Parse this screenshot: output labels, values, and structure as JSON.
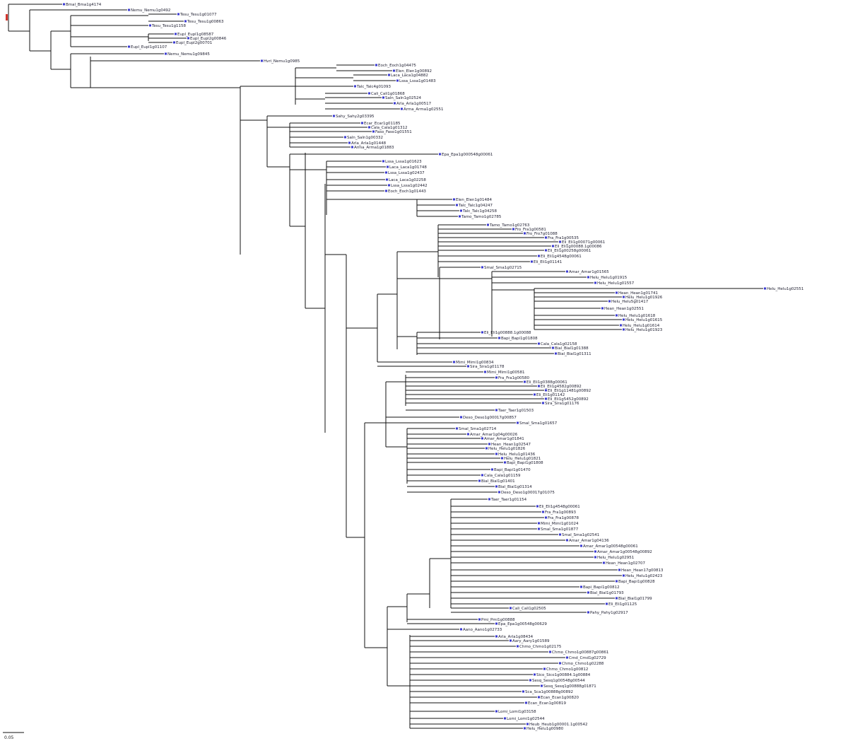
{
  "tree": {
    "root_marker_color": "#d2342c",
    "tip_marker_color": "#3a3ad0",
    "scale_bar_label": "0.05",
    "labels": [
      "Bmal_Bma1g4174",
      "Nemu_Nemu1g0492",
      "Tesu_Tesu1g01077",
      "Tesu_Tesu1g00863",
      "Tesu_Tesu1g1158",
      "Eupl_Eupl1g08587",
      "Eupl_Eupl2g00846",
      "Eupl_Eupl2g00701",
      "Eupl_Eupl1g01107",
      "Nemu_Nemu1g09845",
      "Hvri_Nemu1g0985",
      "Eoch_Eoch1g04475",
      "Elen_Elen1g00892",
      "Laca_Laca1g04882",
      "Lssa_Lssa1g01483",
      "Talc_Talc4g01093",
      "Cali_Cali1g01868",
      "Saln_Saln1g02524",
      "Arla_Arla1g00517",
      "Arma_Arma1g02551",
      "Sahy_Sahy2g03395",
      "Ecar_Ecar1g01185",
      "Cala_Cala1g01312",
      "Faso_Faso1g01551",
      "Saln_Saln1g00332",
      "Arla_Arla1g01448",
      "Arma_Arma1g01883",
      "Epa_Epa1g000548g00061",
      "Lssa_Lssa1g01623",
      "Laca_Laca1g01748",
      "Lssa_Lssa1g02437",
      "Laca_Laca1g02258",
      "Lssa_Lssa1g02442",
      "Eoch_Eoch1g01443",
      "Elen_Elen1g01484",
      "Talc_Talc1g04247",
      "Talc_Talc1g04258",
      "Tamo_Tamo1g02785",
      "Tamo_Tamo1g02763",
      "Fro_Fra1g00581",
      "Fro_Fro7g01088",
      "Fra_Fra1g00535",
      "Eli_Eli1g00071g00061",
      "Eli_Eli1g00088.1g00086",
      "Eli_Eli1g00258g00061",
      "Eli_Eli1g4548g00061",
      "Eli_Eli1g01141",
      "Smal_Sma1g02715",
      "Amar_Amar1g01565",
      "Helu_Helu1g01915",
      "Helu_Helu1g01557",
      "Helu_Helu1g02551",
      "Hean_Hean1g01741",
      "Helu_Helu1g01926",
      "Helu_Helu5g01417",
      "Hean_Hean1g02551",
      "Helu_Helu1g01618",
      "Helu_Helu1g01615",
      "Helu_Helu1g01614",
      "Helu_Helu1g01923",
      "Eli_Eli1g00888.1g00088",
      "Bapi_Bapi1g01808",
      "Cala_Cala1g02158",
      "Bial_Bial1g01388",
      "Bial_Bial1g01311",
      "Mimi_Mimi1g00834",
      "Sira_Sira1g01178",
      "Mimi_Mimi1g00581",
      "Fra_Fra1g00580",
      "Eli_Eli1g0388g00061",
      "Eli_Eli1g4582g00892",
      "Eli_Eli1g11481g00892",
      "Eli_Eli1g01142",
      "Eli_Eli1g5452g00892",
      "Sira_Sira1g01176",
      "Taer_Taer1g01503",
      "Deso_Deso1g00017g00857",
      "Smal_Sma1g01657",
      "Smal_Sma1g02714",
      "Amar_Amar1g04g00026",
      "Amar_Amar1g01841",
      "Hean_Hean1g02547",
      "Helu_Helu1g01826",
      "Helu_Helu1g01436",
      "Helu_Helu1g01821",
      "Bapi_Bapi1g01808",
      "Bapi_Bapi1g01470",
      "Cala_Cala1g01159",
      "Bial_Bial1g01401",
      "Bial_Bial1g01314",
      "Deso_Deso1g00017g01075",
      "Taer_Taer1g01154",
      "Eli_Eli1g4548g00061",
      "Fra_Fra1g00893",
      "Fra_Fra1g00878",
      "Mimi_Mimi1g01024",
      "Smal_Sma1g01877",
      "Smal_Sma1g02541",
      "Amar_Amar1g04136",
      "Amar_Amar1g00548g00061",
      "Amar_Amar1g00548g00892",
      "Helu_Helu1g02951",
      "Hean_Hean1g02707",
      "Hean_Hean17g00813",
      "Helu_Helu1g02423",
      "Bapi_Bapi1g00828",
      "Bapi_Bapi1g00812",
      "Bial_Bial1g01793",
      "Bial_Bial1g01799",
      "Eli_Eli1g01125",
      "Cali_Cali1g02505",
      "Pahy_Pahy1g02917",
      "Pmi_Pmi1g00888",
      "Epa_Epa1g00548g00629",
      "Aano_Aano1g02733",
      "Arla_Arla1g08434",
      "Aary_Aary1g01589",
      "Chmo_Chmo1g02175",
      "Chmo_Chmo1g00887g00861",
      "Cmd_Cmd1g02729",
      "Chmo_Chmo1g02288",
      "Chmo_Chmo1g00812",
      "Sico_Sico1g00884.1g00884",
      "Sesq_Sesq1g00548g00544",
      "Sesq_Sesq1g00888g01871",
      "Sca_Sca1g00888g00892",
      "Ecan_Ecan1g00820",
      "Ecan_Ecan1g00819",
      "Lomi_Lomi1g03158",
      "Lomi_Lomi1g02544",
      "Heub_Heub1g00001.1g00542",
      "Helu_Helu1g00980"
    ]
  }
}
